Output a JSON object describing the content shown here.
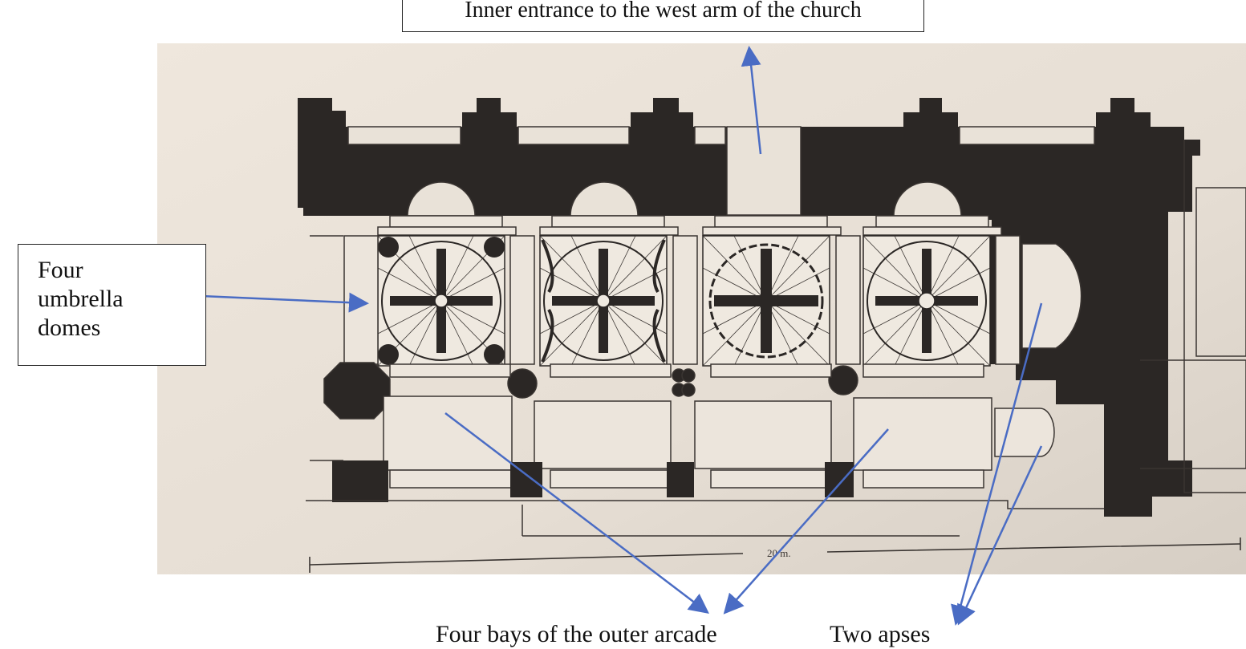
{
  "labels": {
    "top_entrance": "Inner entrance to the west arm of the church",
    "left_domes": "Four umbrella domes",
    "bottom_bays": "Four bays of the outer arcade",
    "bottom_apses": "Two apses"
  },
  "plan": {
    "scale_label": "20 m."
  },
  "colors": {
    "arrow": "#4a6cc4",
    "wall": "#2b2725",
    "paper": "#e6dfd6",
    "line": "#3a3532"
  }
}
